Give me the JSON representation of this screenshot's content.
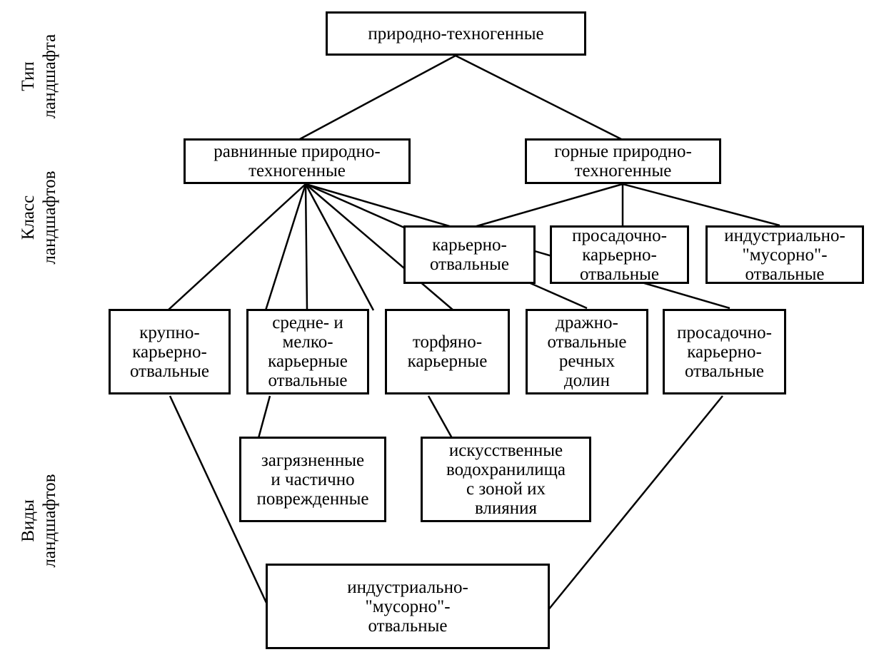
{
  "diagram": {
    "side_labels": {
      "type": "Тип\nландшафта",
      "class": "Класс\nландшафтов",
      "species": "Виды\nландшафтов"
    },
    "nodes": {
      "root": "природно-техногенные",
      "plain": "равнинные природно-\nтехногенные",
      "mountain": "горные природно-\nтехногенные",
      "quarry_dump": "карьерно-\nотвальные",
      "subsidence_quarry_upper": "просадочно-\nкарьерно-\nотвальные",
      "industrial_waste_upper": "индустриально-\n\"мусорно\"-\nотвальные",
      "large_quarry": "крупно-\nкарьерно-\nотвальные",
      "medium_small_quarry": "средне- и\nмелко-\nкарьерные\nотвальные",
      "peat_quarry": "торфяно-\nкарьерные",
      "dredge_dump": "дражно-\nотвальные\nречных\nдолин",
      "subsidence_quarry_lower": "просадочно-\nкарьерно-\nотвальные",
      "polluted": "загрязненные\nи частично\nповрежденные",
      "reservoirs": "искусственные\nводохранилища\nс зоной их\nвлияния",
      "industrial_waste_lower": "индустриально-\n\"мусорно\"-\nотвальные"
    }
  }
}
